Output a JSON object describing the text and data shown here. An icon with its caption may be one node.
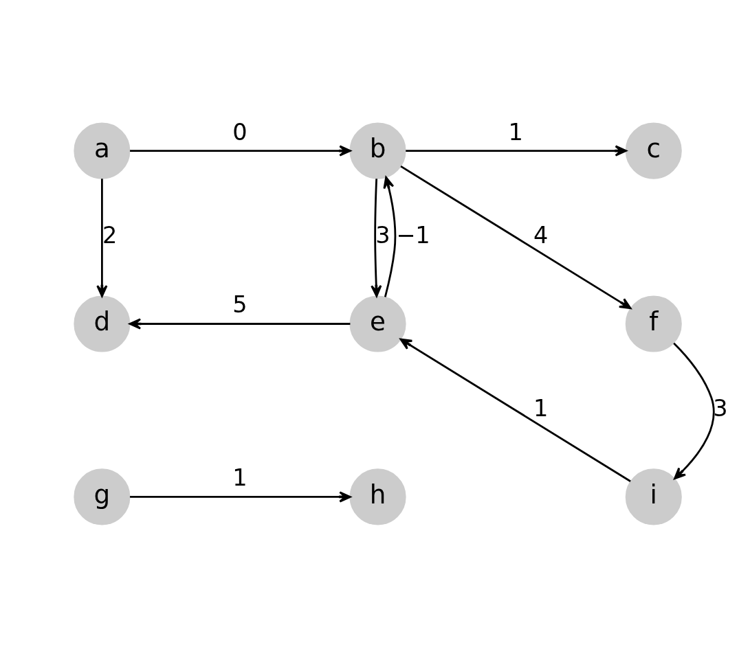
{
  "diagram": {
    "nodes": [
      {
        "text": [
          "a"
        ]
      },
      {
        "text": [
          "b"
        ]
      },
      {
        "text": [
          "c"
        ]
      },
      {
        "text": [
          "d"
        ]
      },
      {
        "text": [
          "e"
        ]
      },
      {
        "text": [
          "f"
        ]
      },
      {
        "text": [
          "g"
        ]
      },
      {
        "text": [
          "h"
        ]
      },
      {
        "text": [
          "i"
        ]
      }
    ],
    "edges": [
      {
        "from": 0,
        "to": 1,
        "arrow": "to",
        "label": "0"
      },
      {
        "from": 1,
        "to": 2,
        "arrow": "to",
        "label": "1"
      },
      {
        "from": 0,
        "to": 3,
        "arrow": "to",
        "label": "2"
      },
      {
        "from": 1,
        "to": 4,
        "arrow": "to",
        "label": "3"
      },
      {
        "from": 4,
        "to": 1,
        "arrow": "to",
        "label": "−1"
      },
      {
        "from": 1,
        "to": 5,
        "arrow": "to",
        "label": "4"
      },
      {
        "from": 4,
        "to": 3,
        "arrow": "to",
        "label": "5"
      },
      {
        "from": 5,
        "to": 8,
        "arrow": "to",
        "label": "3"
      },
      {
        "from": 8,
        "to": 4,
        "arrow": "to",
        "label": "1"
      },
      {
        "from": 6,
        "to": 7,
        "arrow": "to",
        "label": "1"
      }
    ]
  }
}
